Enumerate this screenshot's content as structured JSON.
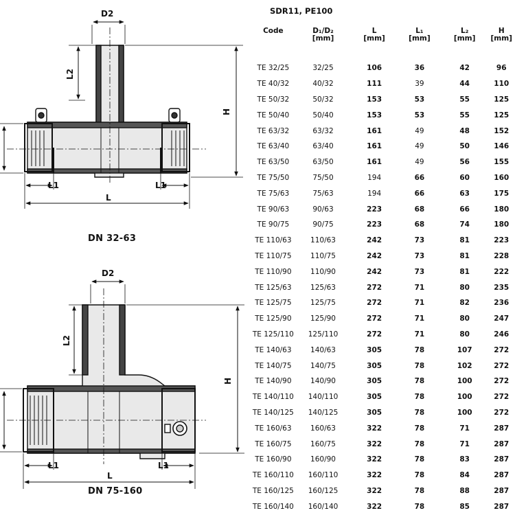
{
  "drawings": {
    "top": {
      "caption": "DN 32-63",
      "labels": {
        "d2": "D2",
        "l2": "L2",
        "h": "H",
        "l1_left": "L1",
        "l1_right": "L1",
        "l": "L"
      }
    },
    "bottom": {
      "caption": "DN 75-160",
      "labels": {
        "d2": "D2",
        "l2": "L2",
        "h": "H",
        "l1_left": "L1",
        "l1_right": "L1",
        "l": "L"
      }
    }
  },
  "table": {
    "spec": "SDR11,  PE100",
    "headers": [
      {
        "line1": "Code",
        "line2": ""
      },
      {
        "line1": "D₁/D₂",
        "line2": "[mm]"
      },
      {
        "line1": "L",
        "line2": "[mm]"
      },
      {
        "line1": "L₁",
        "line2": "[mm]"
      },
      {
        "line1": "L₂",
        "line2": "[mm]"
      },
      {
        "line1": "H",
        "line2": "[mm]"
      }
    ],
    "rows": [
      [
        "TE 32/25",
        "32/25",
        "106",
        "36",
        "42",
        "96"
      ],
      [
        "TE 40/32",
        "40/32",
        "111",
        "39",
        "44",
        "110"
      ],
      [
        "TE 50/32",
        "50/32",
        "153",
        "53",
        "55",
        "125"
      ],
      [
        "TE 50/40",
        "50/40",
        "153",
        "53",
        "55",
        "125"
      ],
      [
        "TE 63/32",
        "63/32",
        "161",
        "49",
        "48",
        "152"
      ],
      [
        "TE 63/40",
        "63/40",
        "161",
        "49",
        "50",
        "146"
      ],
      [
        "TE 63/50",
        "63/50",
        "161",
        "49",
        "56",
        "155"
      ],
      [
        "TE 75/50",
        "75/50",
        "194",
        "66",
        "60",
        "160"
      ],
      [
        "TE 75/63",
        "75/63",
        "194",
        "66",
        "63",
        "175"
      ],
      [
        "TE 90/63",
        "90/63",
        "223",
        "68",
        "66",
        "180"
      ],
      [
        "TE 90/75",
        "90/75",
        "223",
        "68",
        "74",
        "180"
      ],
      [
        "TE 110/63",
        "110/63",
        "242",
        "73",
        "81",
        "223"
      ],
      [
        "TE 110/75",
        "110/75",
        "242",
        "73",
        "81",
        "228"
      ],
      [
        "TE 110/90",
        "110/90",
        "242",
        "73",
        "81",
        "222"
      ],
      [
        "TE 125/63",
        "125/63",
        "272",
        "71",
        "80",
        "235"
      ],
      [
        "TE 125/75",
        "125/75",
        "272",
        "71",
        "82",
        "236"
      ],
      [
        "TE 125/90",
        "125/90",
        "272",
        "71",
        "80",
        "247"
      ],
      [
        "TE 125/110",
        "125/110",
        "272",
        "71",
        "80",
        "246"
      ],
      [
        "TE 140/63",
        "140/63",
        "305",
        "78",
        "107",
        "272"
      ],
      [
        "TE 140/75",
        "140/75",
        "305",
        "78",
        "102",
        "272"
      ],
      [
        "TE 140/90",
        "140/90",
        "305",
        "78",
        "100",
        "272"
      ],
      [
        "TE 140/110",
        "140/110",
        "305",
        "78",
        "100",
        "272"
      ],
      [
        "TE 140/125",
        "140/125",
        "305",
        "78",
        "100",
        "272"
      ],
      [
        "TE 160/63",
        "160/63",
        "322",
        "78",
        "71",
        "287"
      ],
      [
        "TE 160/75",
        "160/75",
        "322",
        "78",
        "71",
        "287"
      ],
      [
        "TE 160/90",
        "160/90",
        "322",
        "78",
        "83",
        "287"
      ],
      [
        "TE 160/110",
        "160/110",
        "322",
        "78",
        "84",
        "287"
      ],
      [
        "TE 160/125",
        "160/125",
        "322",
        "78",
        "88",
        "287"
      ],
      [
        "TE 160/140",
        "160/140",
        "322",
        "78",
        "85",
        "287"
      ]
    ]
  }
}
